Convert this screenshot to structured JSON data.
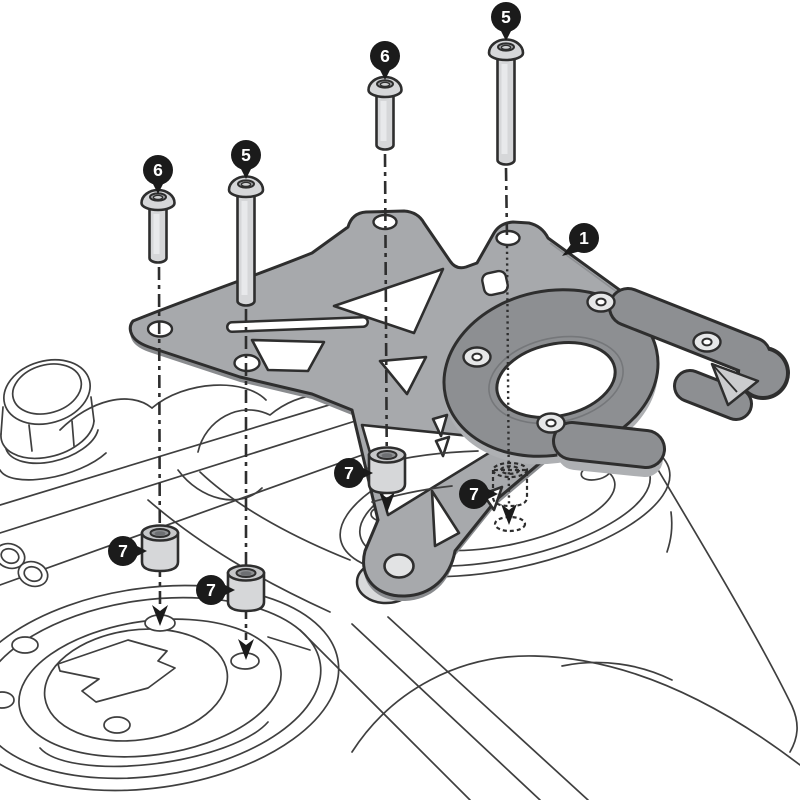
{
  "diagram": {
    "callouts": [
      {
        "id": "callout-screw-long-right",
        "label": "5"
      },
      {
        "id": "callout-screw-short-top",
        "label": "6"
      },
      {
        "id": "callout-screw-short-left",
        "label": "6"
      },
      {
        "id": "callout-screw-long-left",
        "label": "5"
      },
      {
        "id": "callout-plate-assembly",
        "label": "1"
      },
      {
        "id": "callout-spacer-left",
        "label": "7"
      },
      {
        "id": "callout-spacer-lower",
        "label": "7"
      },
      {
        "id": "callout-spacer-center",
        "label": "7"
      },
      {
        "id": "callout-spacer-hidden",
        "label": "7"
      }
    ],
    "colors": {
      "outline": "#2e2e2e",
      "plate": "#a7a9ac",
      "plate_edge": "#8a8c8f",
      "ring": "#8d8f92",
      "ring_lip": "#aeb0b3",
      "hardware": "#d6d7d9",
      "callout_bg": "#1b1b1b",
      "callout_text": "#ffffff",
      "background": "#ffffff",
      "sketch": "#3f3f3f"
    }
  }
}
